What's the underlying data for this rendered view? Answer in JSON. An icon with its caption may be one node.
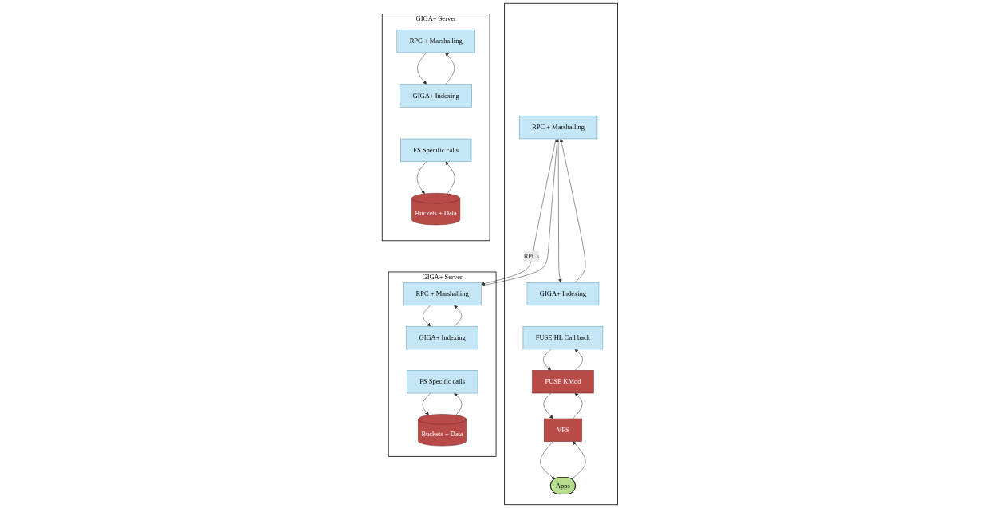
{
  "diagram": {
    "nodes": [
      {
        "text": [],
        "shape": "box"
      },
      {
        "text": [
          "RPC + Marshalling"
        ],
        "in": 0
      },
      {
        "text": [
          "Apps"
        ],
        "in": 0
      },
      {
        "text": [
          "GIGA+ Indexing"
        ],
        "in": 0
      },
      {
        "text": [
          "FUSE HL Call back"
        ],
        "in": 0
      },
      {
        "text": [
          "VFS"
        ],
        "in": 0
      },
      {
        "text": [
          "FUSE KMod"
        ],
        "in": 0
      },
      {
        "text": [],
        "shape": "box",
        "beside": [
          "GIGA+ Server"
        ]
      },
      {
        "text": [
          "RPC + Marshalling"
        ],
        "in": 7
      },
      {
        "text": [
          "GIGA+ Indexing"
        ],
        "in": 7
      },
      {
        "text": [
          "FS Specific calls"
        ],
        "in": 7
      },
      {
        "text": [
          "Buckets + Data"
        ],
        "in": 7
      },
      {
        "text": [],
        "shape": "box",
        "beside": [
          "GIGA+ Server"
        ]
      },
      {
        "text": [
          "RPC + Marshalling"
        ],
        "in": 12
      },
      {
        "text": [
          "GIGA+ Indexing"
        ],
        "in": 12
      },
      {
        "text": [
          "FS Specific calls"
        ],
        "in": 12
      },
      {
        "text": [
          "Buckets + Data"
        ],
        "in": 12
      }
    ],
    "edges": [
      {
        "from": 1,
        "to": 8,
        "arrow": "to",
        "label": "RPCs"
      },
      {
        "from": 8,
        "to": 1,
        "arrow": "to"
      },
      {
        "from": 2,
        "to": 5,
        "arrow": "to"
      },
      {
        "from": 5,
        "to": 2,
        "arrow": "to"
      },
      {
        "from": 1,
        "to": 3,
        "arrow": "to"
      },
      {
        "from": 3,
        "to": 1,
        "arrow": "to"
      },
      {
        "from": 6,
        "to": 4,
        "arrow": "to"
      },
      {
        "from": 4,
        "to": 6,
        "arrow": "to"
      },
      {
        "from": 5,
        "to": 6,
        "arrow": "to"
      },
      {
        "from": 6,
        "to": 5,
        "arrow": "to"
      },
      {
        "from": 8,
        "to": 9,
        "arrow": "to"
      },
      {
        "from": 9,
        "to": 8,
        "arrow": "to"
      },
      {
        "from": 10,
        "to": 11,
        "arrow": "to"
      },
      {
        "from": 11,
        "to": 10,
        "arrow": "to"
      },
      {
        "from": 13,
        "to": 14,
        "arrow": "to"
      },
      {
        "from": 14,
        "to": 13,
        "arrow": "to"
      },
      {
        "from": 15,
        "to": 16,
        "arrow": "to"
      },
      {
        "from": 16,
        "to": 15,
        "arrow": "to"
      }
    ]
  }
}
